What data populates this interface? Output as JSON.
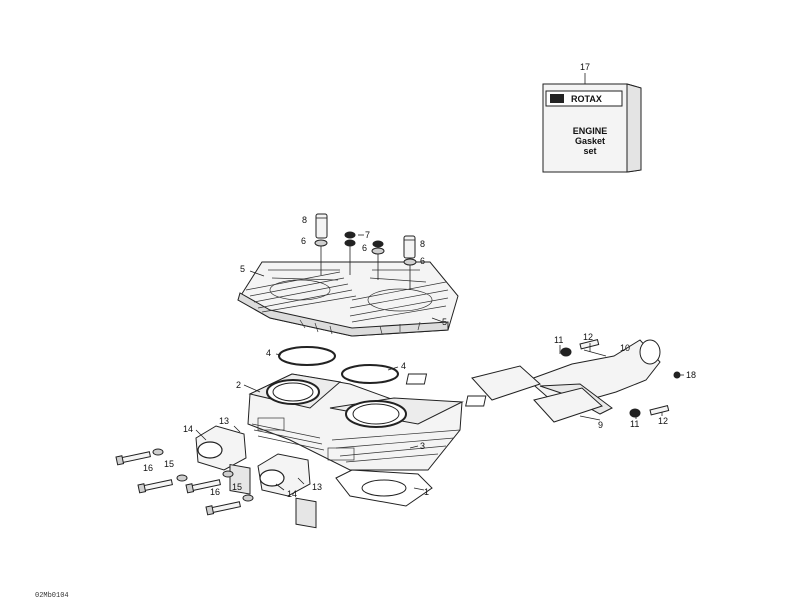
{
  "callouts": {
    "c1": "1",
    "c2": "2",
    "c3": "3",
    "c4a": "4",
    "c4b": "4",
    "c5a": "5",
    "c5b": "5",
    "c6a": "6",
    "c6b": "6",
    "c6c": "6",
    "c7": "7",
    "c8a": "8",
    "c8b": "8",
    "c9": "9",
    "c10": "10",
    "c11a": "11",
    "c11b": "11",
    "c12a": "12",
    "c12b": "12",
    "c13a": "13",
    "c13b": "13",
    "c14a": "14",
    "c14b": "14",
    "c15a": "15",
    "c15b": "15",
    "c16a": "16",
    "c16b": "16",
    "c17": "17",
    "c18": "18"
  },
  "gasket_set": {
    "brand": "ROTAX",
    "line1": "ENGINE",
    "line2": "Gasket",
    "line3": "set"
  },
  "figure_ref": "02Mb0104"
}
